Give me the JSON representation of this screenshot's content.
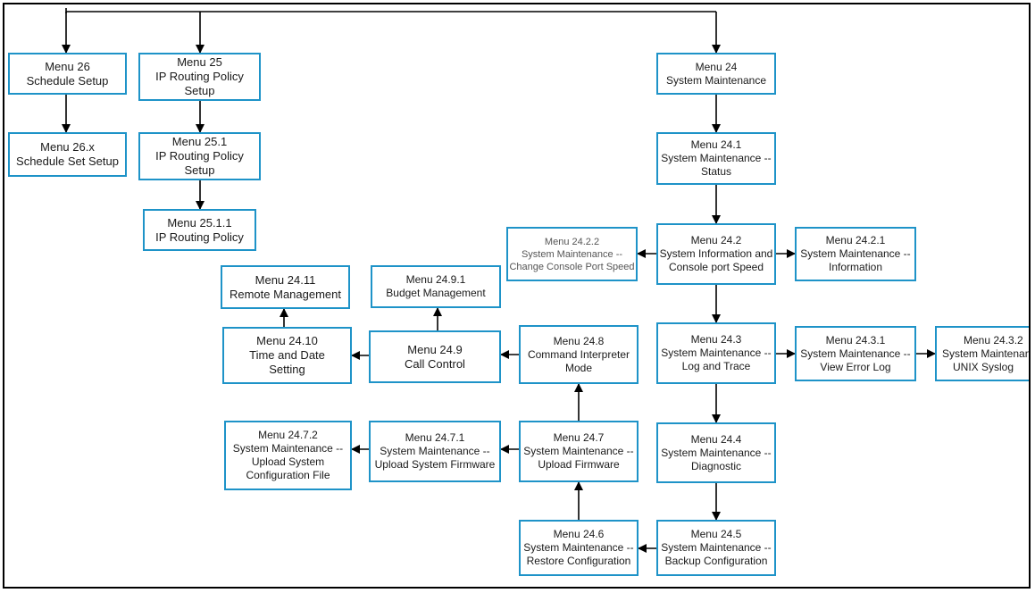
{
  "colors": {
    "border": "#1e93c8",
    "line": "#000000",
    "text": "#1a1a1a"
  },
  "nodes": {
    "m26": [
      "Menu 26",
      "Schedule Setup"
    ],
    "m26x": [
      "Menu 26.x",
      "Schedule Set Setup"
    ],
    "m25": [
      "Menu 25",
      "IP Routing Policy",
      "Setup"
    ],
    "m251": [
      "Menu 25.1",
      "IP Routing Policy",
      "Setup"
    ],
    "m2511": [
      "Menu 25.1.1",
      "IP Routing Policy"
    ],
    "m24": [
      "Menu 24",
      "System Maintenance"
    ],
    "m241": [
      "Menu 24.1",
      "System Maintenance --",
      "Status"
    ],
    "m242": [
      "Menu 24.2",
      "System Information and",
      "Console port Speed"
    ],
    "m2422": [
      "Menu 24.2.2",
      "System Maintenance --",
      "Change Console Port Speed"
    ],
    "m2421": [
      "Menu 24.2.1",
      "System Maintenance --",
      "Information"
    ],
    "m2411": [
      "Menu 24.11",
      "Remote Management"
    ],
    "m2491": [
      "Menu 24.9.1",
      "Budget Management"
    ],
    "m2410": [
      "Menu 24.10",
      "Time and Date",
      "Setting"
    ],
    "m249": [
      "Menu 24.9",
      "Call Control"
    ],
    "m248": [
      "Menu 24.8",
      "Command Interpreter",
      "Mode"
    ],
    "m243": [
      "Menu 24.3",
      "System Maintenance --",
      "Log and Trace"
    ],
    "m2431": [
      "Menu 24.3.1",
      "System Maintenance --",
      "View Error Log"
    ],
    "m2432": [
      "Menu 24.3.2",
      "System Maintenance --",
      "UNIX Syslog"
    ],
    "m2472": [
      "Menu 24.7.2",
      "System Maintenance --",
      "Upload System",
      "Configuration File"
    ],
    "m2471": [
      "Menu 24.7.1",
      "System Maintenance --",
      "Upload System Firmware"
    ],
    "m247": [
      "Menu 24.7",
      "System Maintenance --",
      "Upload Firmware"
    ],
    "m244": [
      "Menu 24.4",
      "System Maintenance --",
      "Diagnostic"
    ],
    "m246": [
      "Menu 24.6",
      "System Maintenance --",
      "Restore Configuration"
    ],
    "m245": [
      "Menu 24.5",
      "System Maintenance --",
      "Backup Configuration"
    ]
  }
}
